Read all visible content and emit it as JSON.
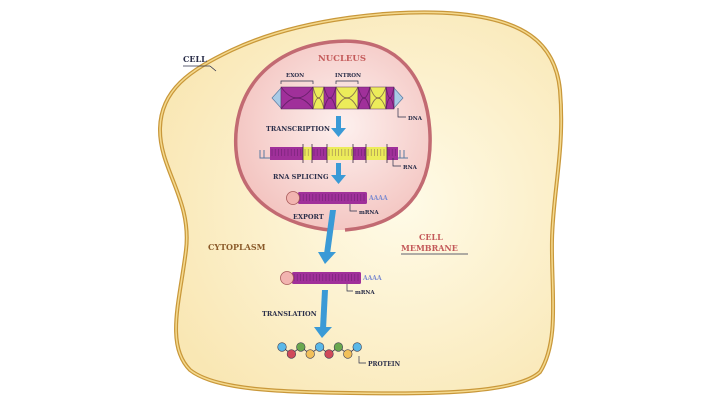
{
  "title": "Gene Expression: DNA to Protein",
  "labels": {
    "cell": "CELL",
    "nucleus": "NUCLEUS",
    "exon": "EXON",
    "intron": "INTRON",
    "dna": "DNA",
    "transcription": "TRANSCRIPTION",
    "rna": "RNA",
    "rna_splicing": "RNA SPLICING",
    "poly_a_tail_1": "AAAA",
    "mrna_1": "mRNA",
    "export": "EXPORT",
    "cytoplasm": "CYTOPLASM",
    "cell_membrane_line1": "CELL",
    "cell_membrane_line2": "MEMBRANE",
    "poly_a_tail_2": "AAAA",
    "mrna_2": "mRNA",
    "translation": "TRANSLATION",
    "protein": "PROTEIN"
  },
  "colors": {
    "cytoplasm_fill": "#fbeec0",
    "cell_membrane_stroke": "#c9983a",
    "nucleus_fill": "#f7d0cc",
    "nucleus_stroke": "#c26a72",
    "exon": "#a0309a",
    "intron": "#ecec5a",
    "arrow": "#3a9ad6",
    "label_dark": "#2b2f4a",
    "label_red": "#c45a5a",
    "label_brown": "#8a5a2a",
    "poly_a": "#7a8ad0",
    "cap": "#f2b4b0"
  },
  "protein_beads": [
    "#5ab8e8",
    "#d04a5a",
    "#6aa84f",
    "#f2c05a",
    "#5ab8e8",
    "#d04a5a",
    "#6aa84f",
    "#f2c05a",
    "#5ab8e8"
  ]
}
